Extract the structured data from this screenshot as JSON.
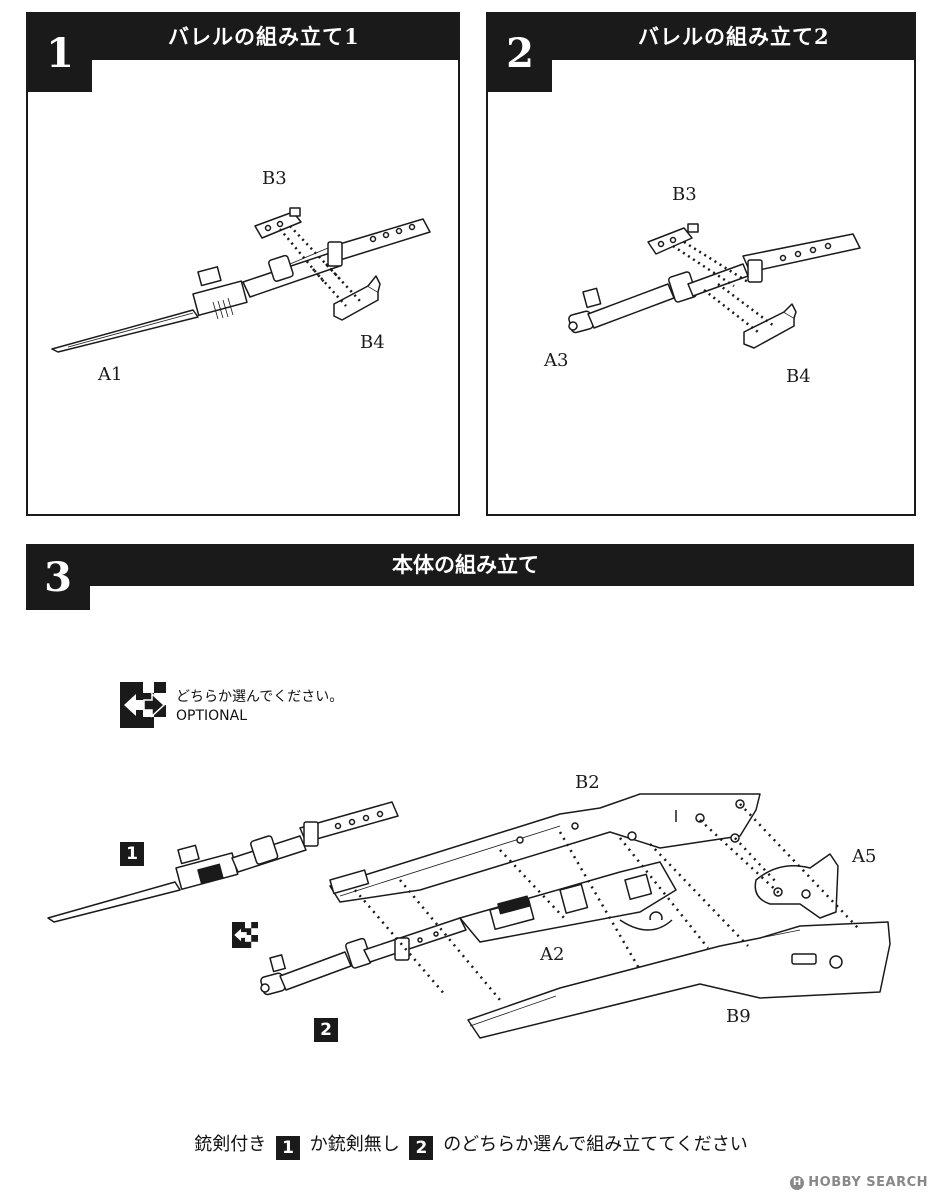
{
  "step1": {
    "number": "1",
    "title": "バレルの組み立て1",
    "labels": {
      "b3": "B3",
      "b4": "B4",
      "a1": "A1"
    }
  },
  "step2": {
    "number": "2",
    "title": "バレルの組み立て2",
    "labels": {
      "b3": "B3",
      "a3": "A3",
      "b4": "B4"
    }
  },
  "step3": {
    "number": "3",
    "title": "本体の組み立て",
    "optional": {
      "text_ja": "どちらか選んでください。",
      "text_en": "OPTIONAL"
    },
    "labels": {
      "b2": "B2",
      "a5": "A5",
      "a2": "A2",
      "b9": "B9"
    },
    "option_badges": [
      "1",
      "2"
    ]
  },
  "footer": {
    "note_part1": "銃剣付き",
    "badge1": "1",
    "note_part2": "か銃剣無し",
    "badge2": "2",
    "note_part3": "のどちらか選んで組み立ててください"
  },
  "watermark": {
    "mark": "H",
    "text": "HOBBY SEARCH"
  },
  "colors": {
    "ink": "#1a1a1a",
    "paper": "#ffffff",
    "watermark": "#888888"
  }
}
